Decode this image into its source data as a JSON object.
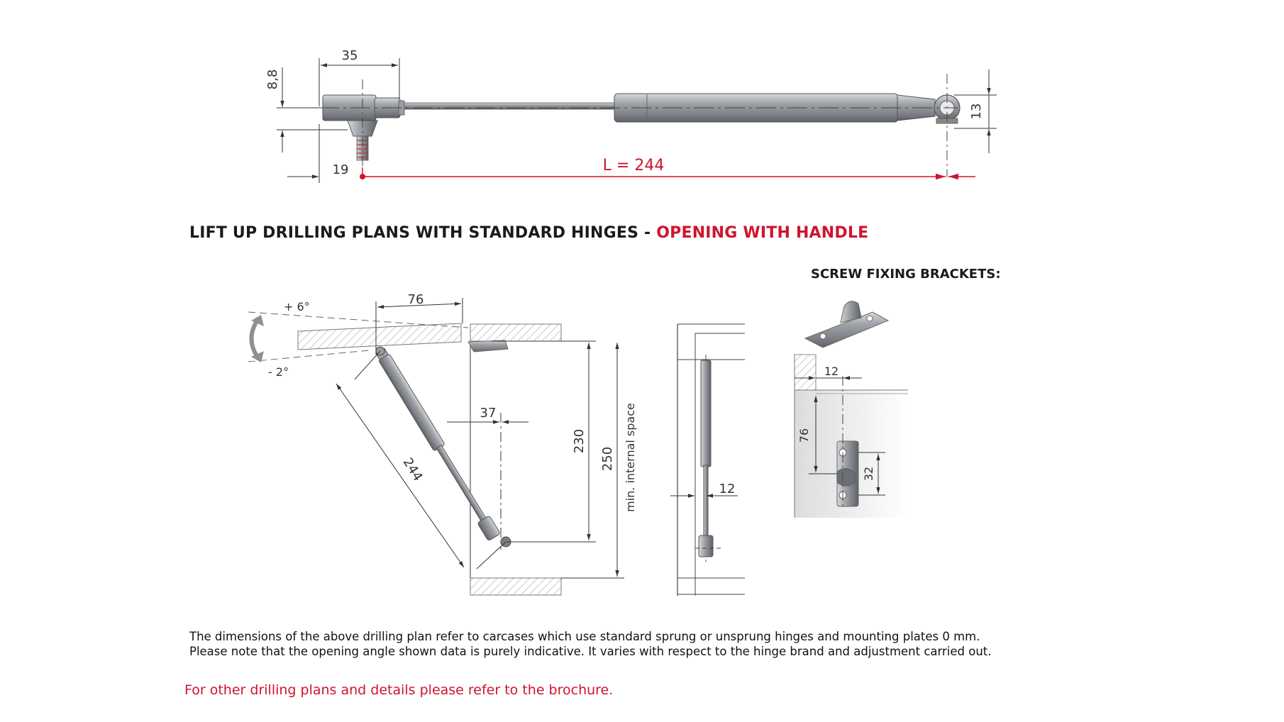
{
  "top_drawing": {
    "dim_length_label": "L = 244",
    "dim_35": "35",
    "dim_8_8": "8,8",
    "dim_19": "19",
    "dim_13": "13"
  },
  "heading": {
    "main": "LIFT UP DRILLING PLANS WITH STANDARD HINGES - ",
    "accent": "OPENING WITH HANDLE"
  },
  "brackets_heading": "SCREW FIXING BRACKETS:",
  "side_drawing": {
    "angle_plus": "+ 6°",
    "angle_minus": "- 2°",
    "dim_76": "76",
    "dim_37": "37",
    "dim_244": "244",
    "dim_230": "230",
    "dim_250": "250",
    "min_space": "min. internal space"
  },
  "front_drawing": {
    "dim_12": "12"
  },
  "bracket_drawing": {
    "dim_12": "12",
    "dim_76": "76",
    "dim_32": "32"
  },
  "notes": {
    "line1": "The dimensions of the above drilling plan refer to carcases which use standard sprung or unsprung hinges and mounting plates 0 mm.",
    "line2": "Please note that the opening angle shown data is purely indicative. It varies with respect to the hinge brand and adjustment carried out."
  },
  "footer": "For other drilling plans and details please refer to the brochure.",
  "colors": {
    "accent_red": "#d0142c",
    "steel": "#8e9095",
    "line": "#333333"
  }
}
